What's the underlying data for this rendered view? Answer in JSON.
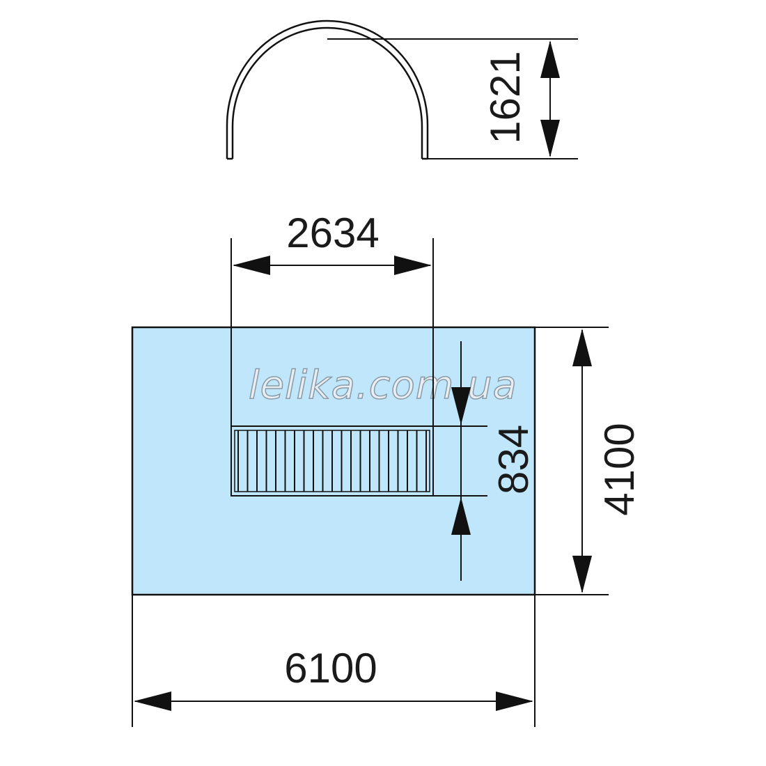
{
  "watermark": "lelika.com.ua",
  "dimensions": {
    "arch_height": "1621",
    "opening_width": "2634",
    "opening_depth": "834",
    "area_depth": "4100",
    "area_width": "6100"
  },
  "colors": {
    "area_fill": "#bfe6fb",
    "line": "#111111"
  }
}
